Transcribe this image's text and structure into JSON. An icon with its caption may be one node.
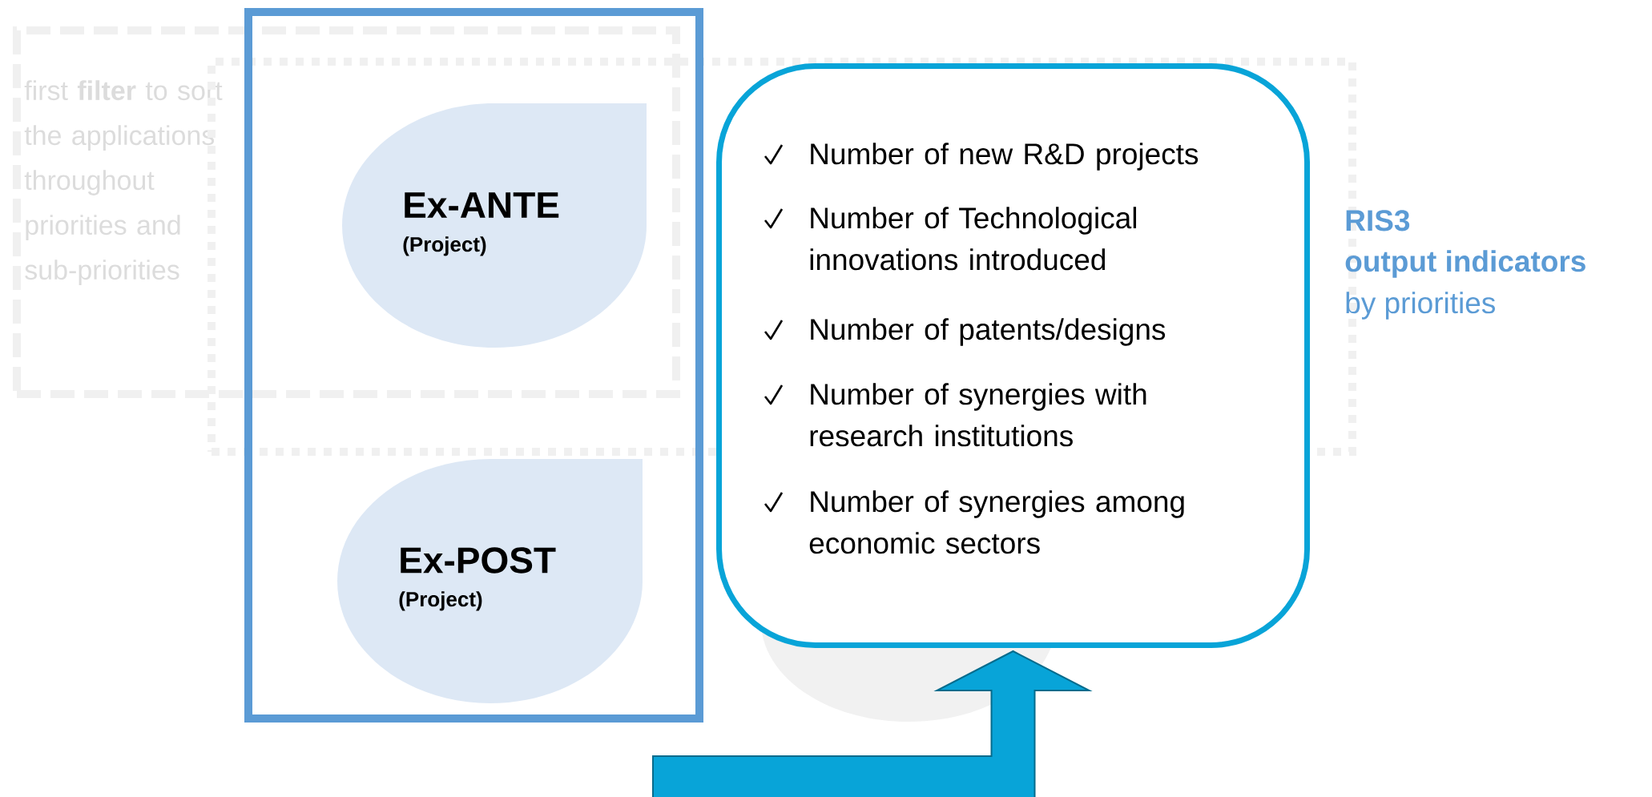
{
  "diagram": {
    "nodes": [
      {
        "text": [
          "first **filter** to sort the applications throughout priorities and sub-priorities"
        ]
      },
      {
        "text": [],
        "shape": "box"
      },
      {
        "text": [],
        "shape": "box"
      },
      {
        "text": [
          "Ex-ANTE",
          "(Project)"
        ]
      },
      {
        "text": [
          "Ex-POST",
          "(Project)"
        ],
        "in": 2
      },
      {
        "text": [
          "Number of new R&D projects",
          "Number of Technological innovations introduced",
          "Number of patents/designs",
          "Number of synergies with research institutions",
          "Number of synergies among economic sectors"
        ]
      }
    ],
    "edges": [
      {
        "from": null,
        "to": 5,
        "arrow": "to",
        "style": "thick"
      }
    ],
    "labels": [
      "RIS3",
      "output indicators",
      "by priorities"
    ]
  }
}
